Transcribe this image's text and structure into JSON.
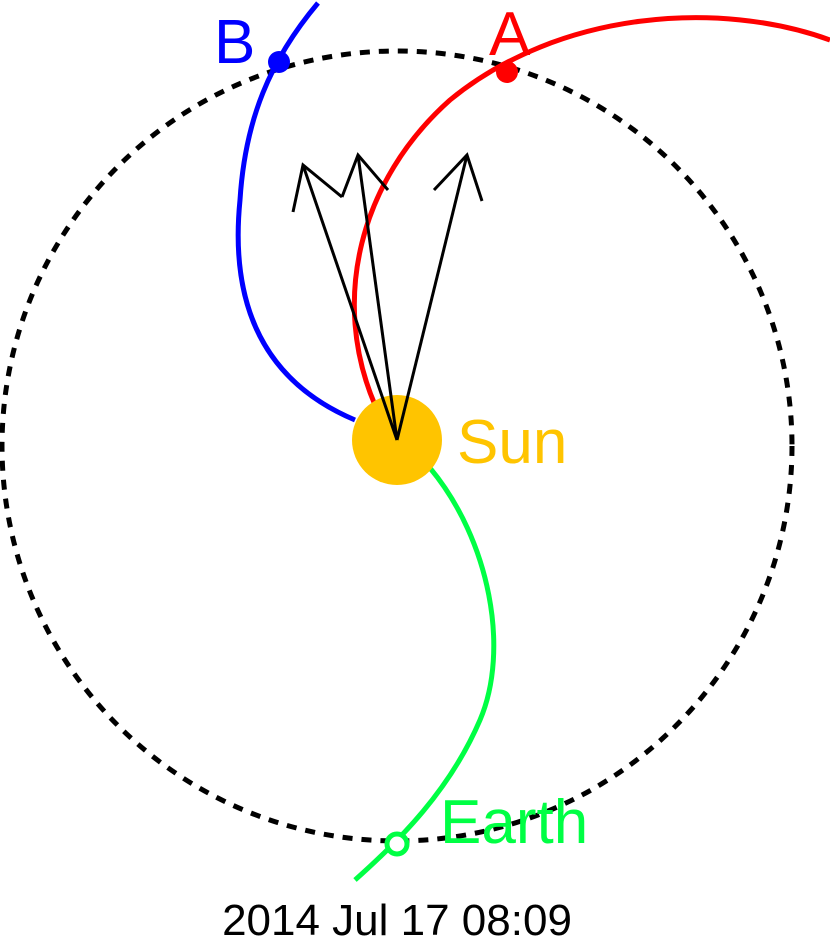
{
  "labels": {
    "sun": "Sun",
    "earth": "Earth",
    "spacecraft_a": "A",
    "spacecraft_b": "B",
    "timestamp": "2014 Jul 17 08:09"
  },
  "colors": {
    "sun": "#FFC400",
    "earth": "#00FF44",
    "spacecraft_a": "#FF0000",
    "spacecraft_b": "#0000FF",
    "orbit": "#000000",
    "arrows": "#000000",
    "background": "#FFFFFF"
  }
}
